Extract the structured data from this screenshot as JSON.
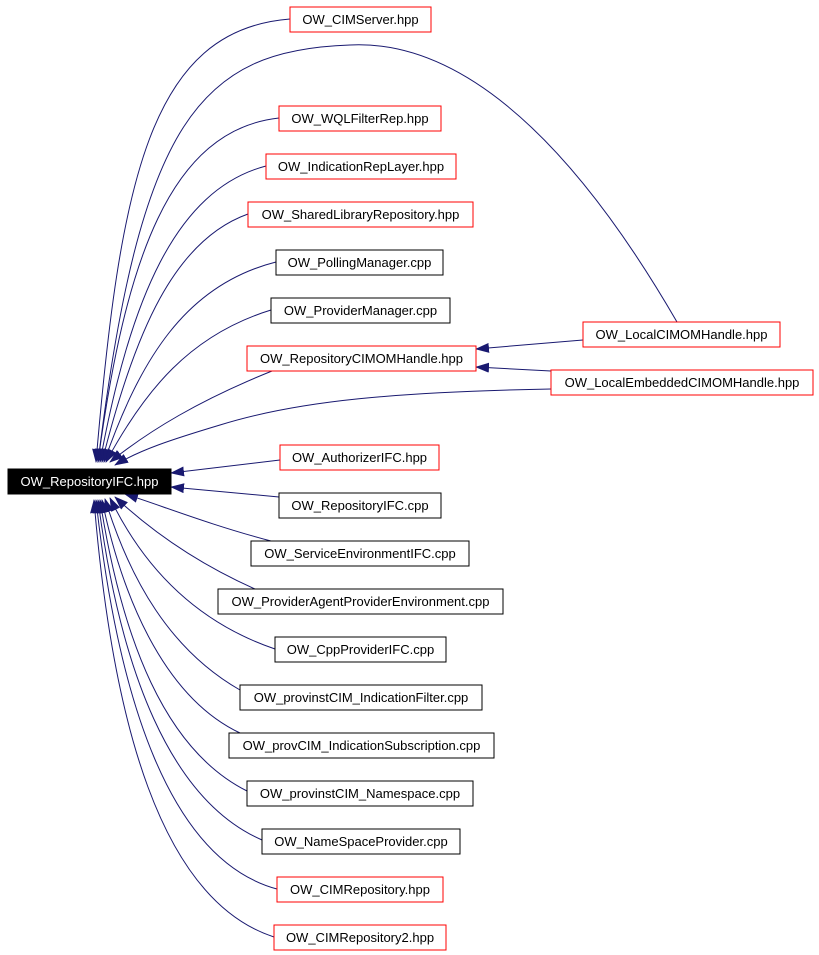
{
  "root": {
    "id": "root",
    "label": "OW_RepositoryIFC.hpp"
  },
  "intermediate": {
    "id": "rch",
    "label": "OW_RepositoryCIMOMHandle.hpp"
  },
  "nodes": [
    {
      "id": "cimserver",
      "label": "OW_CIMServer.hpp",
      "kind": "header"
    },
    {
      "id": "wqlfilter",
      "label": "OW_WQLFilterRep.hpp",
      "kind": "header"
    },
    {
      "id": "indrep",
      "label": "OW_IndicationRepLayer.hpp",
      "kind": "header"
    },
    {
      "id": "sharedlib",
      "label": "OW_SharedLibraryRepository.hpp",
      "kind": "header"
    },
    {
      "id": "pollmgr",
      "label": "OW_PollingManager.cpp",
      "kind": "source"
    },
    {
      "id": "provmgr",
      "label": "OW_ProviderManager.cpp",
      "kind": "source"
    },
    {
      "id": "rch",
      "label": "OW_RepositoryCIMOMHandle.hpp",
      "kind": "header"
    },
    {
      "id": "local",
      "label": "OW_LocalCIMOMHandle.hpp",
      "kind": "header"
    },
    {
      "id": "localemb",
      "label": "OW_LocalEmbeddedCIMOMHandle.hpp",
      "kind": "header"
    },
    {
      "id": "authz",
      "label": "OW_AuthorizerIFC.hpp",
      "kind": "header"
    },
    {
      "id": "repcpp",
      "label": "OW_RepositoryIFC.cpp",
      "kind": "source"
    },
    {
      "id": "svcenv",
      "label": "OW_ServiceEnvironmentIFC.cpp",
      "kind": "source"
    },
    {
      "id": "provagent",
      "label": "OW_ProviderAgentProviderEnvironment.cpp",
      "kind": "source"
    },
    {
      "id": "cppprov",
      "label": "OW_CppProviderIFC.cpp",
      "kind": "source"
    },
    {
      "id": "indfilter",
      "label": "OW_provinstCIM_IndicationFilter.cpp",
      "kind": "source"
    },
    {
      "id": "indsub",
      "label": "OW_provCIM_IndicationSubscription.cpp",
      "kind": "source"
    },
    {
      "id": "nsinst",
      "label": "OW_provinstCIM_Namespace.cpp",
      "kind": "source"
    },
    {
      "id": "nsprov",
      "label": "OW_NameSpaceProvider.cpp",
      "kind": "source"
    },
    {
      "id": "cimrep",
      "label": "OW_CIMRepository.hpp",
      "kind": "header"
    },
    {
      "id": "cimrep2",
      "label": "OW_CIMRepository2.hpp",
      "kind": "header"
    }
  ],
  "edges": [
    {
      "from": "cimserver",
      "to": "root"
    },
    {
      "from": "local",
      "to": "root"
    },
    {
      "from": "wqlfilter",
      "to": "root"
    },
    {
      "from": "indrep",
      "to": "root"
    },
    {
      "from": "sharedlib",
      "to": "root"
    },
    {
      "from": "pollmgr",
      "to": "root"
    },
    {
      "from": "provmgr",
      "to": "root"
    },
    {
      "from": "rch",
      "to": "root"
    },
    {
      "from": "local",
      "to": "rch"
    },
    {
      "from": "localemb",
      "to": "rch"
    },
    {
      "from": "localemb",
      "to": "root"
    },
    {
      "from": "authz",
      "to": "root"
    },
    {
      "from": "repcpp",
      "to": "root"
    },
    {
      "from": "svcenv",
      "to": "root"
    },
    {
      "from": "provagent",
      "to": "root"
    },
    {
      "from": "cppprov",
      "to": "root"
    },
    {
      "from": "indfilter",
      "to": "root"
    },
    {
      "from": "indsub",
      "to": "root"
    },
    {
      "from": "nsinst",
      "to": "root"
    },
    {
      "from": "nsprov",
      "to": "root"
    },
    {
      "from": "cimrep",
      "to": "root"
    },
    {
      "from": "cimrep2",
      "to": "root"
    }
  ],
  "colors": {
    "edge": "#191970",
    "header_border": "#ff0000",
    "source_border": "#000000",
    "root_fill": "#000000",
    "root_text": "#ffffff",
    "text": "#000000"
  }
}
